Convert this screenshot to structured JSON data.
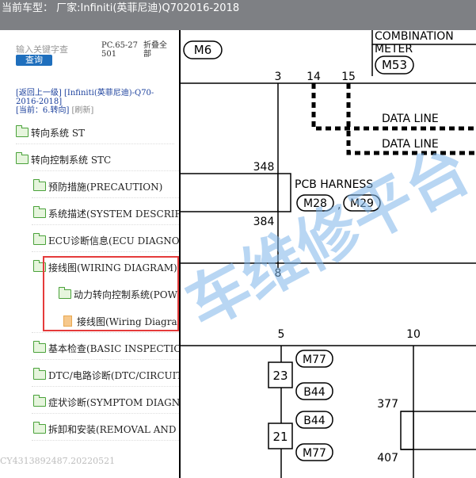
{
  "titlebar": {
    "text": "当前车型： 厂家:Infiniti(英菲尼迪)Q702016-2018"
  },
  "search": {
    "placeholder": "输入关键字查",
    "button": "查询",
    "code": "PC.65-27501",
    "collapse": "折叠全部"
  },
  "breadcrumb": {
    "back": "[返回上一级]",
    "path": "[Infiniti(英菲尼迪)-Q70-2016-2018]",
    "current": "[当前：6.转向]",
    "refresh": "[刷新]"
  },
  "tree": {
    "items": [
      {
        "label": "转向系统 ST"
      },
      {
        "label": "转向控制系统 STC"
      },
      {
        "label": "预防措施(PRECAUTION)"
      },
      {
        "label": "系统描述(SYSTEM DESCRIPTION)"
      },
      {
        "label": "ECU诊断信息(ECU DIAGNOSIS)"
      },
      {
        "label": "接线图(WIRING DIAGRAM)"
      },
      {
        "label": "动力转向控制系统(POWER STEERING)"
      },
      {
        "label": "接线图(Wiring Diagram)"
      },
      {
        "label": "基本检查(BASIC INSPECTION)"
      },
      {
        "label": "DTC/电路诊断(DTC/CIRCUIT DIAGNOSIS)"
      },
      {
        "label": "症状诊断(SYMPTOM DIAGNOSIS)"
      },
      {
        "label": "拆卸和安装(REMOVAL AND INSTALLATION)"
      }
    ]
  },
  "footer": {
    "text": "CY4313892487.20220521"
  },
  "diagram": {
    "meter_title_1": "COMBINATION",
    "meter_title_2": "METER",
    "connectors": {
      "m6": "M6",
      "m53": "M53",
      "m28": "M28",
      "m29": "M29",
      "m77a": "M77",
      "b44a": "B44",
      "b44b": "B44",
      "m77b": "M77"
    },
    "pins": {
      "p3": "3",
      "p14": "14",
      "p15": "15",
      "p348": "348",
      "p384": "384",
      "p8": "8",
      "p5": "5",
      "p10": "10",
      "p377": "377",
      "p407": "407",
      "p23": "23",
      "p21": "21"
    },
    "labels": {
      "data_line_1": "DATA LINE",
      "data_line_2": "DATA LINE",
      "pcb_harness": "PCB HARNESS",
      "comma": ","
    }
  },
  "watermark": {
    "text": "车维修平台"
  }
}
